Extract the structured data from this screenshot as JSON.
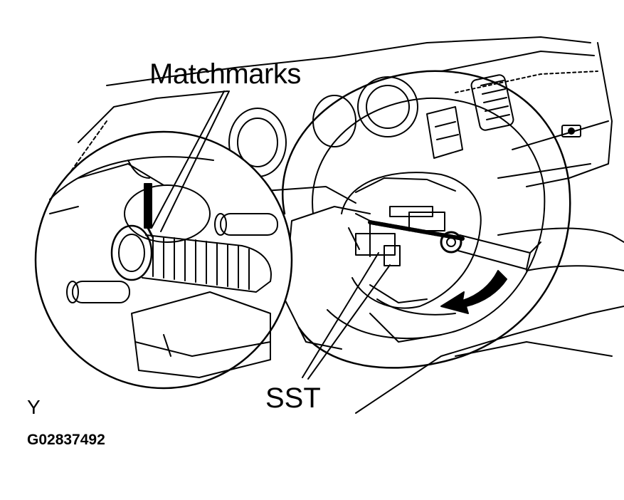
{
  "labels": {
    "matchmarks": "Matchmarks",
    "tool": "SST",
    "view_letter": "Y",
    "figure_code": "G02837492"
  },
  "icons": {
    "detail_callout": "magnifier-circle-icon",
    "rotation": "curved-arrow-icon"
  },
  "colors": {
    "line": "#000000",
    "background": "#ffffff"
  }
}
